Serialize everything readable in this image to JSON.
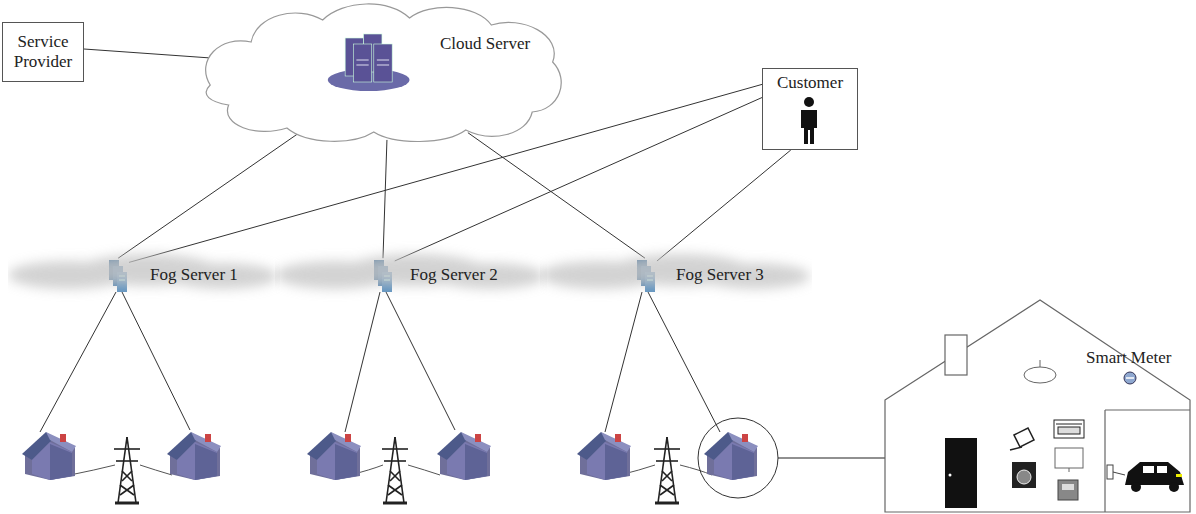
{
  "diagram": {
    "nodes": [
      {
        "text": [
          "Service Provider"
        ]
      },
      {
        "text": [
          "Cloud Server"
        ]
      },
      {
        "text": [
          "Customer"
        ]
      },
      {
        "text": [
          "Fog Server 1"
        ]
      },
      {
        "text": [
          "Fog Server 2"
        ]
      },
      {
        "text": [
          "Fog Server 3"
        ]
      }
    ],
    "edges": [
      {
        "from": 0,
        "to": 1,
        "arrow": "none"
      },
      {
        "from": 1,
        "to": 3,
        "arrow": "none"
      },
      {
        "from": 1,
        "to": 4,
        "arrow": "none"
      },
      {
        "from": 1,
        "to": 5,
        "arrow": "none"
      },
      {
        "from": 2,
        "to": 3,
        "arrow": "none"
      },
      {
        "from": 2,
        "to": 4,
        "arrow": "none"
      },
      {
        "from": 2,
        "to": 5,
        "arrow": "none"
      }
    ],
    "labels": [
      "Smart Meter"
    ]
  }
}
